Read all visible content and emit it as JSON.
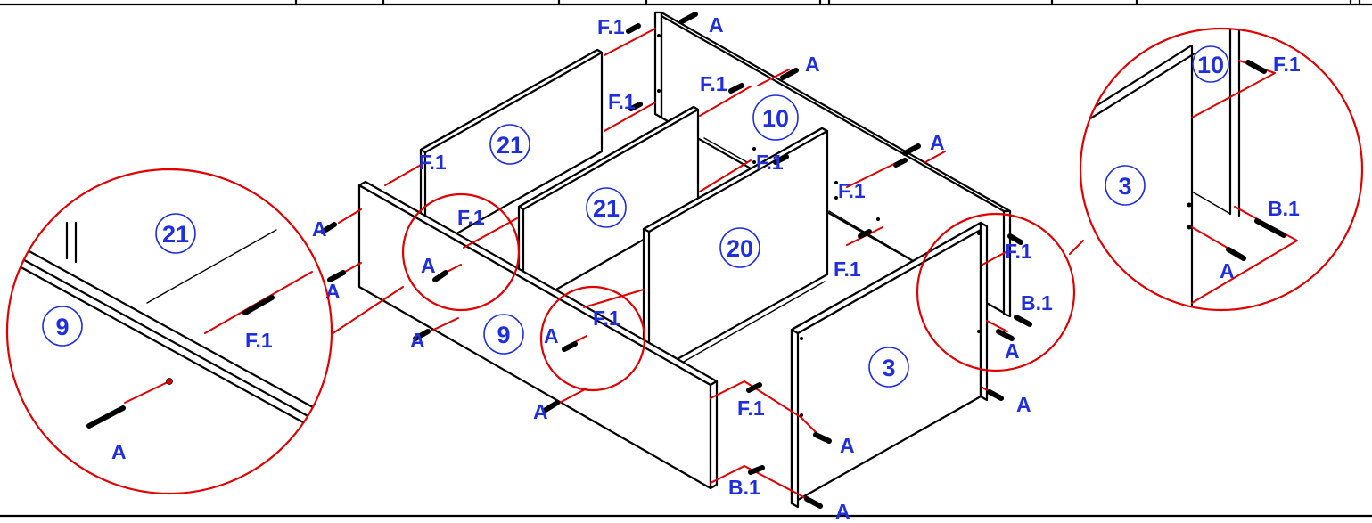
{
  "labels": {
    "cam_bolt": "A",
    "dowel": "F.1",
    "dowel_b": "B.1"
  },
  "parts": {
    "p21": "21",
    "p20": "20",
    "p10": "10",
    "p9": "9",
    "p3": "3"
  },
  "colors": {
    "label": "#1f2fe0",
    "callout": "#e00000",
    "outline": "#000000"
  }
}
